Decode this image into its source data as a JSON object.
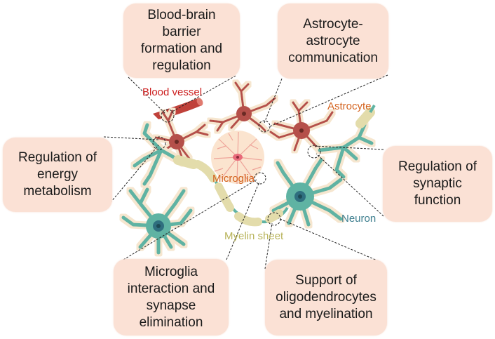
{
  "diagram": {
    "functions": [
      {
        "id": "bbb",
        "label": "Blood-brain\nbarrier\nformation and\nregulation"
      },
      {
        "id": "astro-comm",
        "label": "Astrocyte-\nastrocyte\ncommunication"
      },
      {
        "id": "energy",
        "label": "Regulation of\nenergy\nmetabolism"
      },
      {
        "id": "synaptic",
        "label": "Regulation of\nsynaptic\nfunction"
      },
      {
        "id": "microglia",
        "label": "Microglia\ninteraction and\nsynapse\nelimination"
      },
      {
        "id": "oligo",
        "label": "Support of\noligodendrocytes\nand myelination"
      }
    ],
    "cell_labels": {
      "blood_vessel": "Blood vessel",
      "astrocyte": "Astrocyte",
      "microglia": "Microglia",
      "neuron": "Neuron",
      "myelin": "Myelin sheet"
    },
    "colors": {
      "box_fill": "#fbe1d5",
      "blood_vessel_label": "#cc1f1f",
      "astrocyte_label": "#d4631f",
      "microglia_label": "#d4631f",
      "neuron_label": "#3f7f8f",
      "myelin_label": "#b8b35a",
      "astrocyte_cell": "#b5504a",
      "neuron_cell": "#5fb3a3",
      "microglia_cell": "#f7d6bd",
      "myelin_segment": "#e3dcab",
      "blood_vessel": "#c0413a"
    }
  }
}
